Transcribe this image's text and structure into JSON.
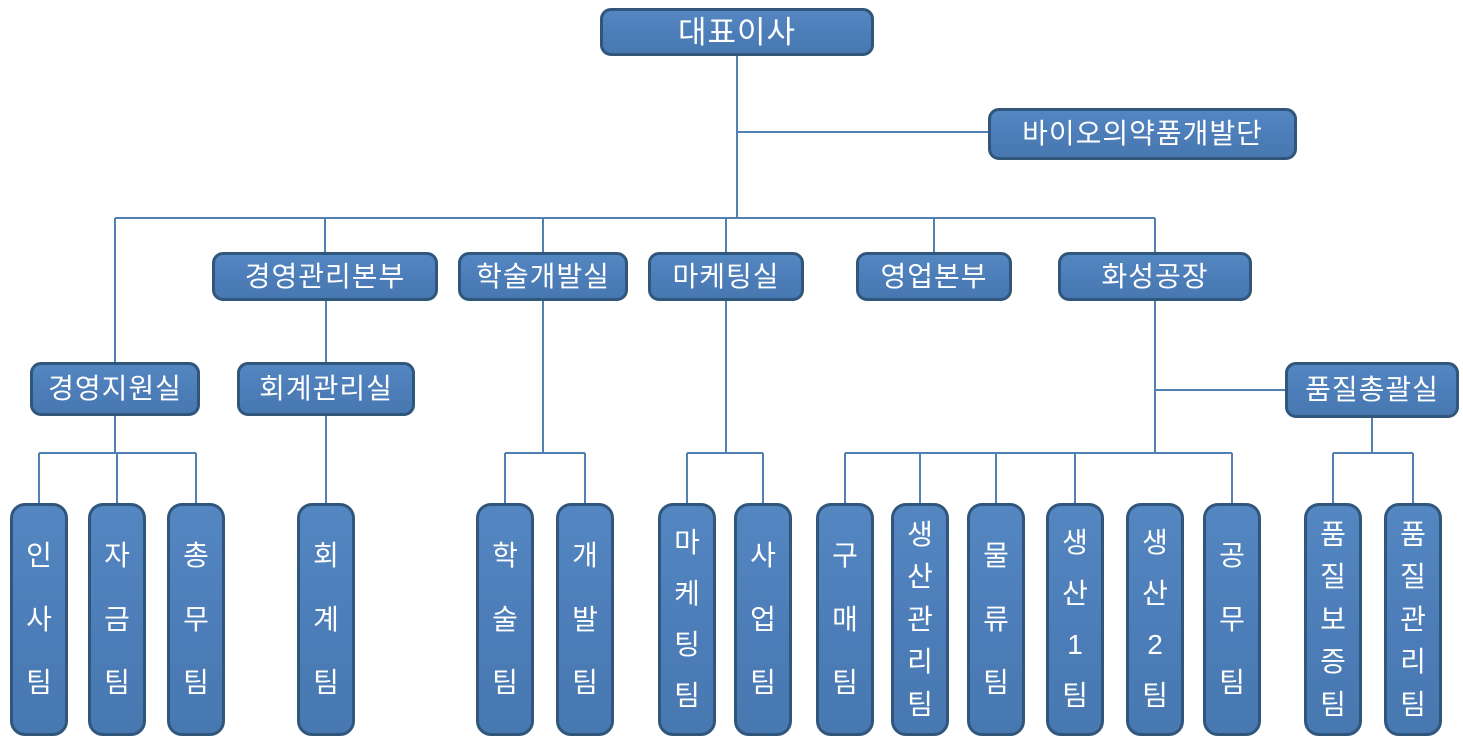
{
  "colors": {
    "box_fill": "#4f81bd",
    "box_border": "#31567c",
    "connector": "#5080b4",
    "text": "#ffffff",
    "background": "#ffffff"
  },
  "org": {
    "ceo": {
      "label": "대표이사"
    },
    "staff": {
      "label": "바이오의약품개발단"
    },
    "level2": [
      {
        "label": "경영관리본부"
      },
      {
        "label": "학술개발실"
      },
      {
        "label": "마케팅실"
      },
      {
        "label": "영업본부"
      },
      {
        "label": "화성공장"
      }
    ],
    "level3": [
      {
        "label": "경영지원실"
      },
      {
        "label": "회계관리실"
      },
      {
        "label": "품질총괄실"
      }
    ],
    "teams": [
      {
        "label": "인사팀"
      },
      {
        "label": "자금팀"
      },
      {
        "label": "총무팀"
      },
      {
        "label": "회계팀"
      },
      {
        "label": "학술팀"
      },
      {
        "label": "개발팀"
      },
      {
        "label": "마케팅팀"
      },
      {
        "label": "사업팀"
      },
      {
        "label": "구매팀"
      },
      {
        "label": "생산관리팀"
      },
      {
        "label": "물류팀"
      },
      {
        "label": "생산1팀"
      },
      {
        "label": "생산2팀"
      },
      {
        "label": "공무팀"
      },
      {
        "label": "품질보증팀"
      },
      {
        "label": "품질관리팀"
      }
    ]
  }
}
